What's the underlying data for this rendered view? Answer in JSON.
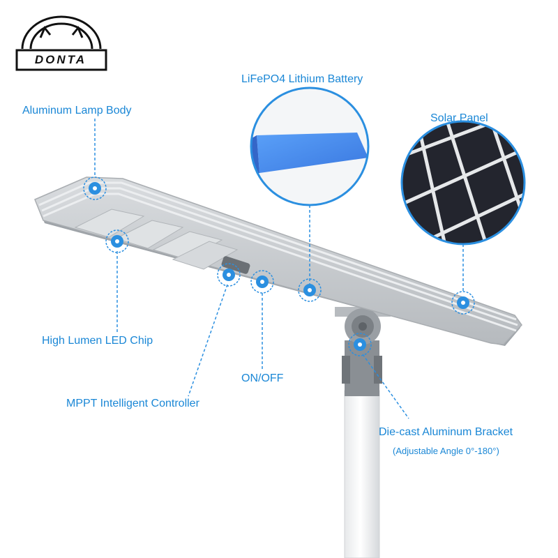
{
  "brand": {
    "logo_text": "DONTA"
  },
  "labels": {
    "lamp_body": "Aluminum Lamp Body",
    "battery": "LiFePO4 Lithium Battery",
    "solar_panel": "Solar Panel",
    "led_chip": "High Lumen LED Chip",
    "on_off": "ON/OFF",
    "controller": "MPPT Intelligent Controller",
    "bracket": "Die-cast Aluminum Bracket",
    "bracket_note": "(Adjustable Angle 0°-180°)"
  },
  "colors": {
    "label_blue": "#1a87d6",
    "marker_blue": "#2b8fe0",
    "battery_blue": "#4a8ff0",
    "panel_dark": "#23252e",
    "lamp_silver": "#c4c8cc"
  }
}
